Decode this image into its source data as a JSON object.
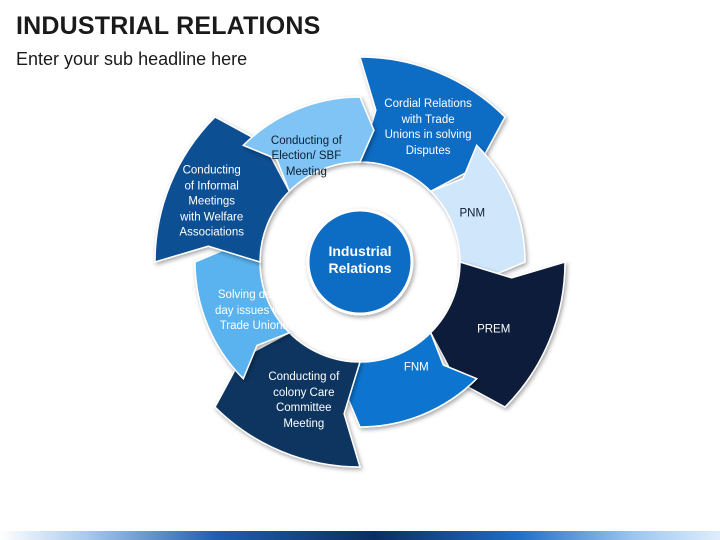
{
  "header": {
    "title": "INDUSTRIAL RELATIONS",
    "subtitle": "Enter your sub headline here"
  },
  "center": {
    "label": "Industrial\nRelations",
    "color": "#0e6cc4"
  },
  "segments": [
    {
      "label": "Cordial Relations\nwith Trade\nUnions in solving\nDisputes",
      "color": "#0e6cc4",
      "text_tone": "dark"
    },
    {
      "label": "PNM",
      "color": "#cfe6fb",
      "text_tone": "light"
    },
    {
      "label": "PREM",
      "color": "#0b1e3a",
      "text_tone": "dark"
    },
    {
      "label": "FNM",
      "color": "#0f74d0",
      "text_tone": "dark"
    },
    {
      "label": "Conducting of\ncolony Care\nCommittee\nMeeting",
      "color": "#0e3560",
      "text_tone": "dark"
    },
    {
      "label": "Solving  day to\nday issues with\nTrade Unions",
      "color": "#5ab3ef",
      "text_tone": "dark"
    },
    {
      "label": "Conducting\nof Informal\nMeetings\nwith Welfare\nAssociations",
      "color": "#114f93",
      "text_tone": "dark"
    },
    {
      "label": "Conducting of\nElection/ SBF\nMeeting",
      "color": "#7fc4f4",
      "text_tone": "light"
    }
  ]
}
